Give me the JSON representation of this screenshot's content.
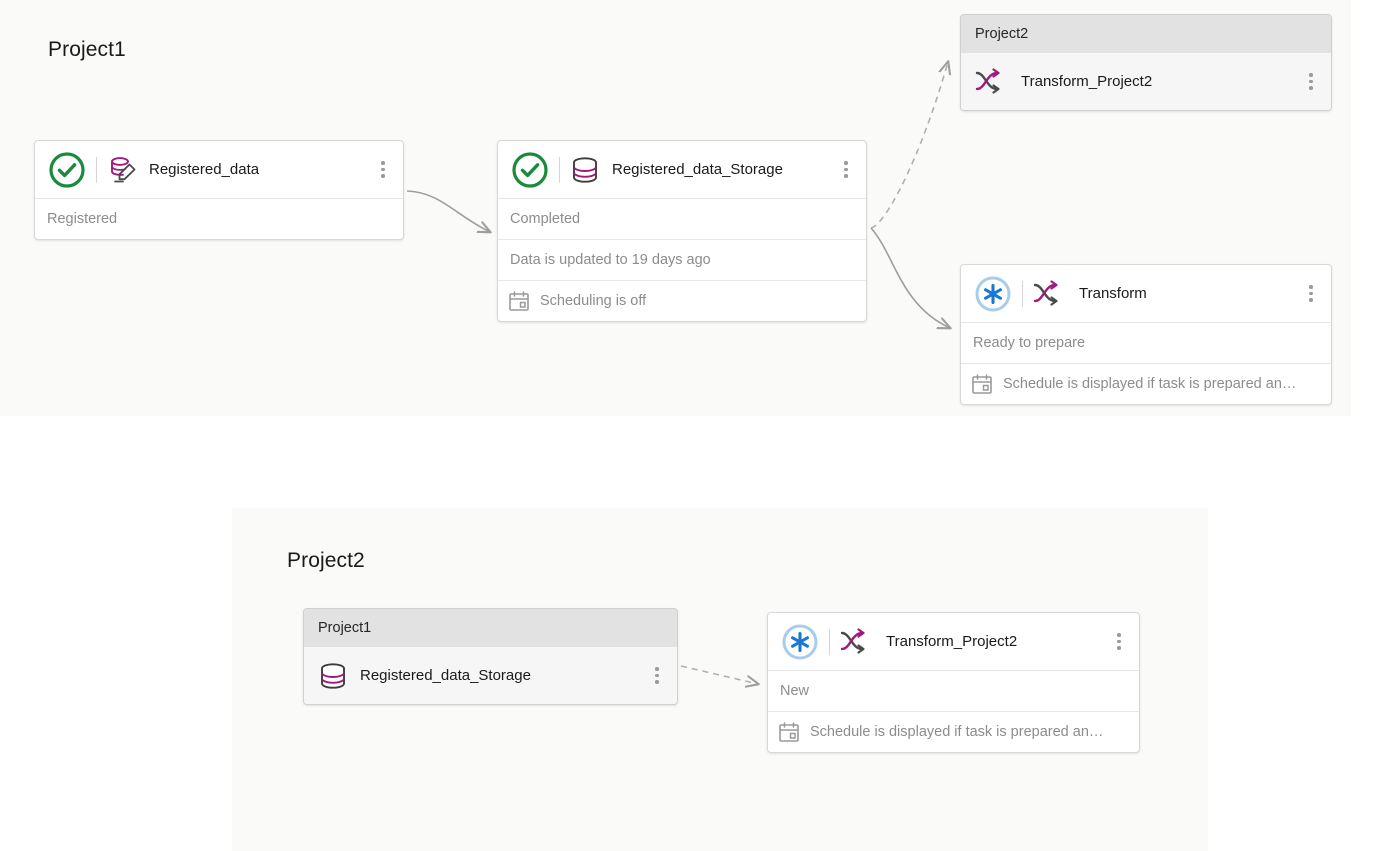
{
  "panels": [
    {
      "id": "project1",
      "title": "Project1"
    },
    {
      "id": "project2",
      "title": "Project2"
    }
  ],
  "colors": {
    "success_green": "#1a8a3c",
    "accent_magenta": "#a01a7d",
    "accent_blue": "#1a77d2",
    "blue_ring": "#a8cdec",
    "card_border": "#d8d8d8",
    "group_header": "#e2e2e2",
    "panel_bg": "#fafaf9",
    "muted_text": "#8c8c8c",
    "connector": "#9e9e9e"
  },
  "top_flow": {
    "registered_data": {
      "status_icon": "check-circle-icon",
      "type_icon": "database-edit-icon",
      "title": "Registered_data",
      "rows": [
        {
          "icon": null,
          "text": "Registered"
        }
      ],
      "menu": "kebab-menu-icon"
    },
    "registered_data_storage": {
      "status_icon": "check-circle-icon",
      "type_icon": "database-icon",
      "title": "Registered_data_Storage",
      "rows": [
        {
          "icon": null,
          "text": "Completed"
        },
        {
          "icon": null,
          "text": "Data is updated to 19 days ago"
        },
        {
          "icon": "calendar-icon",
          "text": "Scheduling is off"
        }
      ],
      "menu": "kebab-menu-icon"
    },
    "project2_group": {
      "group_label": "Project2",
      "type_icon": "transform-icon",
      "title": "Transform_Project2",
      "menu": "kebab-menu-icon"
    },
    "transform": {
      "status_icon": "asterisk-circle-icon",
      "type_icon": "transform-icon",
      "title": "Transform",
      "rows": [
        {
          "icon": null,
          "text": "Ready to prepare"
        },
        {
          "icon": "calendar-icon",
          "text": "Schedule is displayed if task is prepared an…"
        }
      ],
      "menu": "kebab-menu-icon"
    }
  },
  "bottom_flow": {
    "project1_group": {
      "group_label": "Project1",
      "type_icon": "database-icon",
      "title": "Registered_data_Storage",
      "menu": "kebab-menu-icon"
    },
    "transform_project2": {
      "status_icon": "asterisk-circle-icon",
      "type_icon": "transform-icon",
      "title": "Transform_Project2",
      "rows": [
        {
          "icon": null,
          "text": "New"
        },
        {
          "icon": "calendar-icon",
          "text": "Schedule is displayed if task is prepared an…"
        }
      ],
      "menu": "kebab-menu-icon"
    }
  },
  "connectors": [
    {
      "name": "registered-data-to-storage",
      "style": "solid"
    },
    {
      "name": "storage-to-project2-group",
      "style": "dashed"
    },
    {
      "name": "storage-to-transform",
      "style": "solid"
    },
    {
      "name": "project1-group-to-transform-project2",
      "style": "dashed"
    }
  ]
}
